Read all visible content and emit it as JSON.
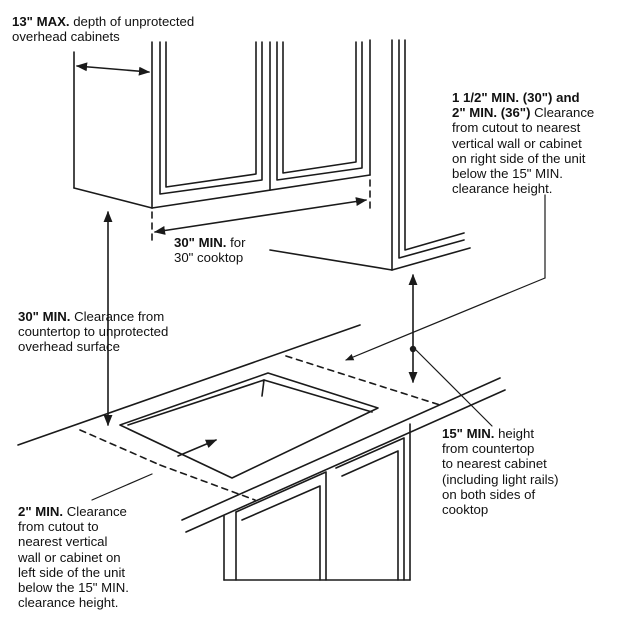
{
  "annotations": {
    "max_depth": {
      "bold": "13\" MAX.",
      "rest": " depth of unprotected",
      "lines": [
        "overhead cabinets"
      ]
    },
    "right_clearance": {
      "bold1": "1 1/2\" MIN. (30\") and",
      "bold2": "2\" MIN. (36\")",
      "rest2": " Clearance",
      "lines": [
        "from cutout to nearest",
        "vertical wall or cabinet",
        "on right side of the unit",
        "below the 15\" MIN.",
        "clearance height."
      ]
    },
    "cooktop_width": {
      "bold": "30\" MIN.",
      "rest": " for",
      "lines": [
        "30\" cooktop"
      ]
    },
    "overhead_clearance": {
      "bold": "30\" MIN.",
      "rest": " Clearance from",
      "lines": [
        "countertop to unprotected",
        "overhead surface"
      ]
    },
    "cabinet_height": {
      "bold": "15\" MIN.",
      "rest": " height",
      "lines": [
        "from countertop",
        "to nearest cabinet",
        "(including light rails)",
        "on both sides of",
        "cooktop"
      ]
    },
    "left_clearance": {
      "bold": "2\" MIN.",
      "rest": " Clearance",
      "lines": [
        "from cutout to",
        "nearest vertical",
        "wall or cabinet on",
        "left side of the unit",
        "below the 15\" MIN.",
        "clearance height."
      ]
    }
  },
  "colors": {
    "line": "#1a1a1a",
    "text": "#111111",
    "background": "#ffffff"
  }
}
